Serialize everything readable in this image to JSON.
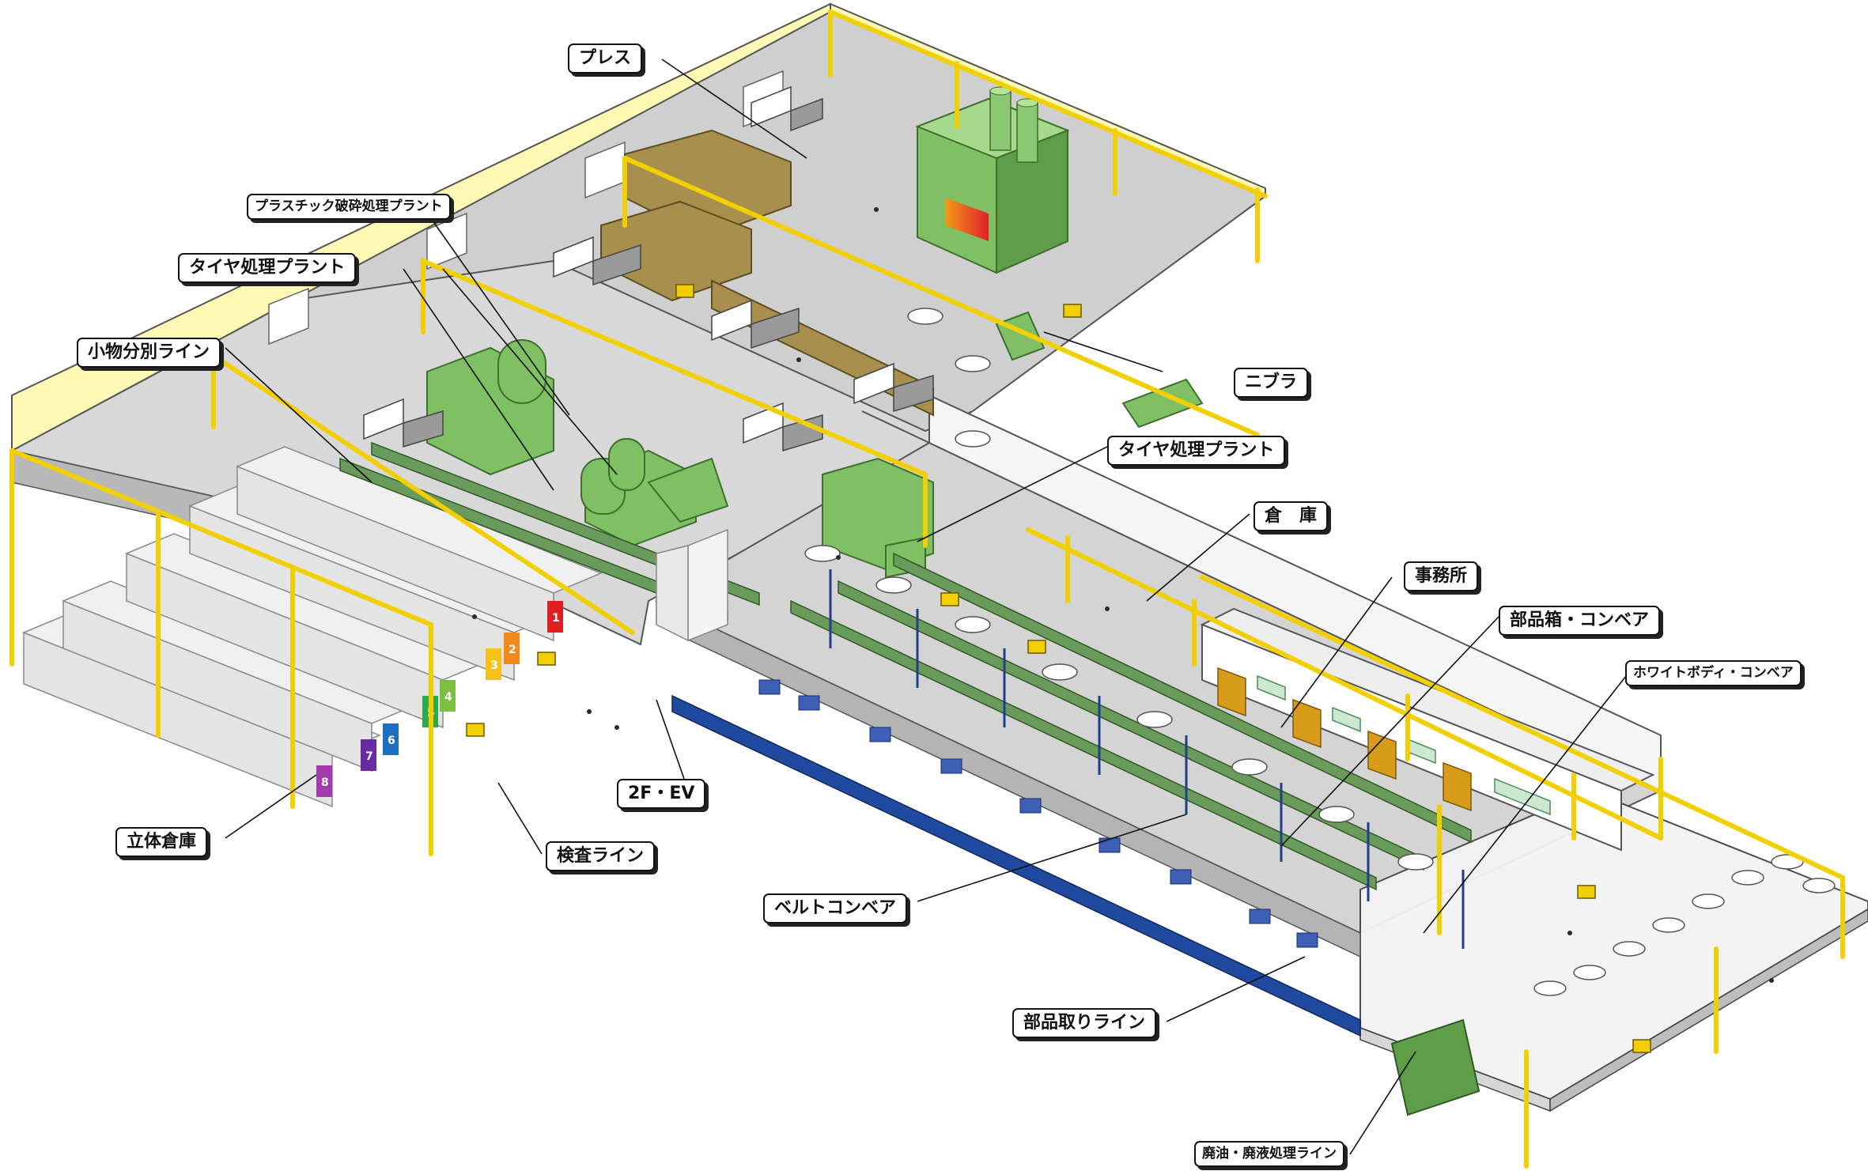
{
  "diagram": {
    "labels": {
      "press": "プレス",
      "plastic_crusher": "プラスチック破砕処理プラント",
      "tire_plant_left": "タイヤ処理プラント",
      "small_sorting": "小物分別ライン",
      "nibbler": "ニブラ",
      "tire_plant_right": "タイヤ処理プラント",
      "warehouse": "倉　庫",
      "office": "事務所",
      "parts_box_conveyor": "部品箱・コンベア",
      "white_body_conveyor": "ホワイトボディ・コンベア",
      "elevator": "2F・EV",
      "automated_warehouse": "立体倉庫",
      "inspection_line": "検査ライン",
      "belt_conveyor": "ベルトコンベア",
      "parts_removal_line": "部品取りライン",
      "waste_oil_line": "廃油・廃液処理ライン"
    },
    "rack_numbers": [
      "1",
      "2",
      "3",
      "4",
      "5",
      "6",
      "7",
      "8"
    ],
    "colors": {
      "floor": "#d8d8d8",
      "wall": "#fdf9b5",
      "beam": "#f2cf00",
      "machine_green": "#7fc064",
      "body_conveyor_blue": "#1f4aa0",
      "parts_box_blue": "#3e5fb6",
      "bin_brown": "#a88f4e",
      "rack_colors": [
        "#e02020",
        "#f2891a",
        "#f5c21a",
        "#7ac143",
        "#2ea84a",
        "#1f6fc0",
        "#6a2aa0",
        "#a53bb0"
      ]
    }
  }
}
